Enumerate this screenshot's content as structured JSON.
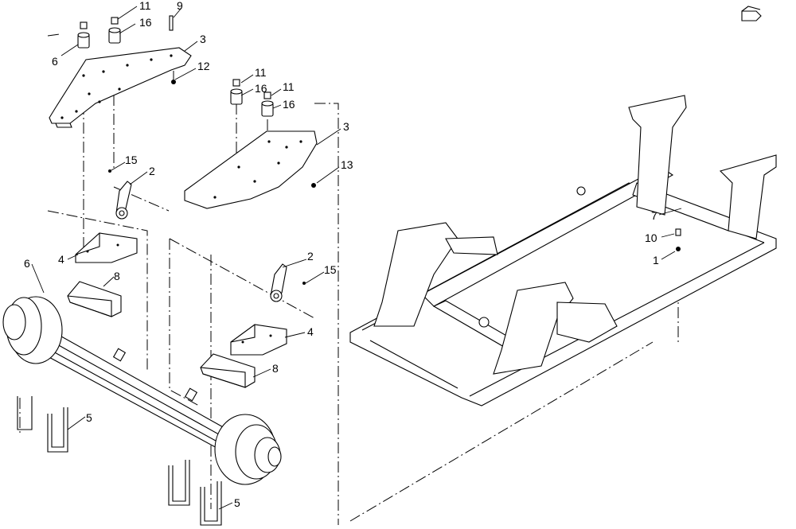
{
  "diagram": {
    "callouts": [
      {
        "id": "c-11a",
        "text": "11"
      },
      {
        "id": "c-9",
        "text": "9"
      },
      {
        "id": "c-16a",
        "text": "16"
      },
      {
        "id": "c-3a",
        "text": "3"
      },
      {
        "id": "c-6a",
        "text": "6"
      },
      {
        "id": "c-12",
        "text": "12"
      },
      {
        "id": "c-11b",
        "text": "11"
      },
      {
        "id": "c-16b",
        "text": "16"
      },
      {
        "id": "c-11c",
        "text": "11"
      },
      {
        "id": "c-16c",
        "text": "16"
      },
      {
        "id": "c-3b",
        "text": "3"
      },
      {
        "id": "c-13",
        "text": "13"
      },
      {
        "id": "c-15a",
        "text": "15"
      },
      {
        "id": "c-2a",
        "text": "2"
      },
      {
        "id": "c-4a",
        "text": "4"
      },
      {
        "id": "c-6b",
        "text": "6"
      },
      {
        "id": "c-8a",
        "text": "8"
      },
      {
        "id": "c-2b",
        "text": "2"
      },
      {
        "id": "c-15b",
        "text": "15"
      },
      {
        "id": "c-4b",
        "text": "4"
      },
      {
        "id": "c-8b",
        "text": "8"
      },
      {
        "id": "c-5a",
        "text": "5"
      },
      {
        "id": "c-5b",
        "text": "5"
      },
      {
        "id": "c-7",
        "text": "7"
      },
      {
        "id": "c-10",
        "text": "10"
      },
      {
        "id": "c-1",
        "text": "1"
      }
    ]
  }
}
